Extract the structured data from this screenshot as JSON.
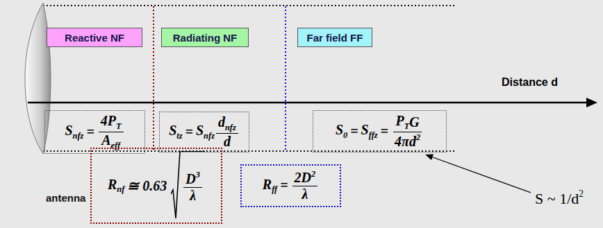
{
  "diagram": {
    "nodes": [
      {
        "text": [
          "Reactive NF"
        ]
      },
      {
        "text": [
          "Radiating NF"
        ]
      },
      {
        "text": [
          "Far field FF"
        ]
      },
      {
        "text": [
          "S",
          "nfz",
          "=",
          "4P",
          "T",
          "A",
          "eff"
        ]
      },
      {
        "text": [
          "S",
          "tz",
          "=",
          "S",
          "nfz",
          "d",
          "nfz",
          "d"
        ]
      },
      {
        "text": [
          "S",
          "0",
          "=",
          "S",
          "ffz",
          "=",
          "P",
          "T",
          "G",
          "4πd",
          "2"
        ]
      },
      {
        "text": [
          "R",
          "nf",
          "≅ 0.63",
          "D",
          "3",
          "λ"
        ]
      },
      {
        "text": [
          "R",
          "ff",
          "=",
          "2D",
          "2",
          "λ"
        ]
      }
    ],
    "labels": [
      "Distance d",
      "S ~ 1/d",
      "2",
      "antenna"
    ]
  }
}
